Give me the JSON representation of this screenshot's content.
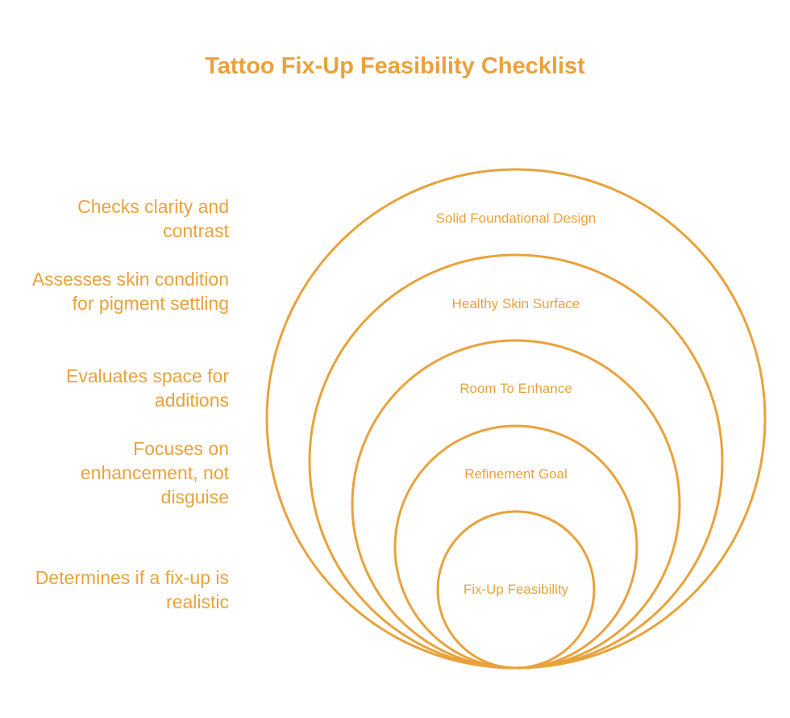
{
  "title": "Tattoo Fix-Up Feasibility Checklist",
  "colors": {
    "accent": "#E9A23B",
    "background": "#FFFFFF"
  },
  "layers": [
    {
      "label": "Solid Foundational Design",
      "description": "Checks clarity and contrast"
    },
    {
      "label": "Healthy Skin Surface",
      "description": "Assesses skin condition for pigment settling"
    },
    {
      "label": "Room To Enhance",
      "description": "Evaluates space for additions"
    },
    {
      "label": "Refinement Goal",
      "description": "Focuses on enhancement, not disguise"
    },
    {
      "label": "Fix-Up Feasibility",
      "description": "Determines if a fix-up is realistic"
    }
  ]
}
